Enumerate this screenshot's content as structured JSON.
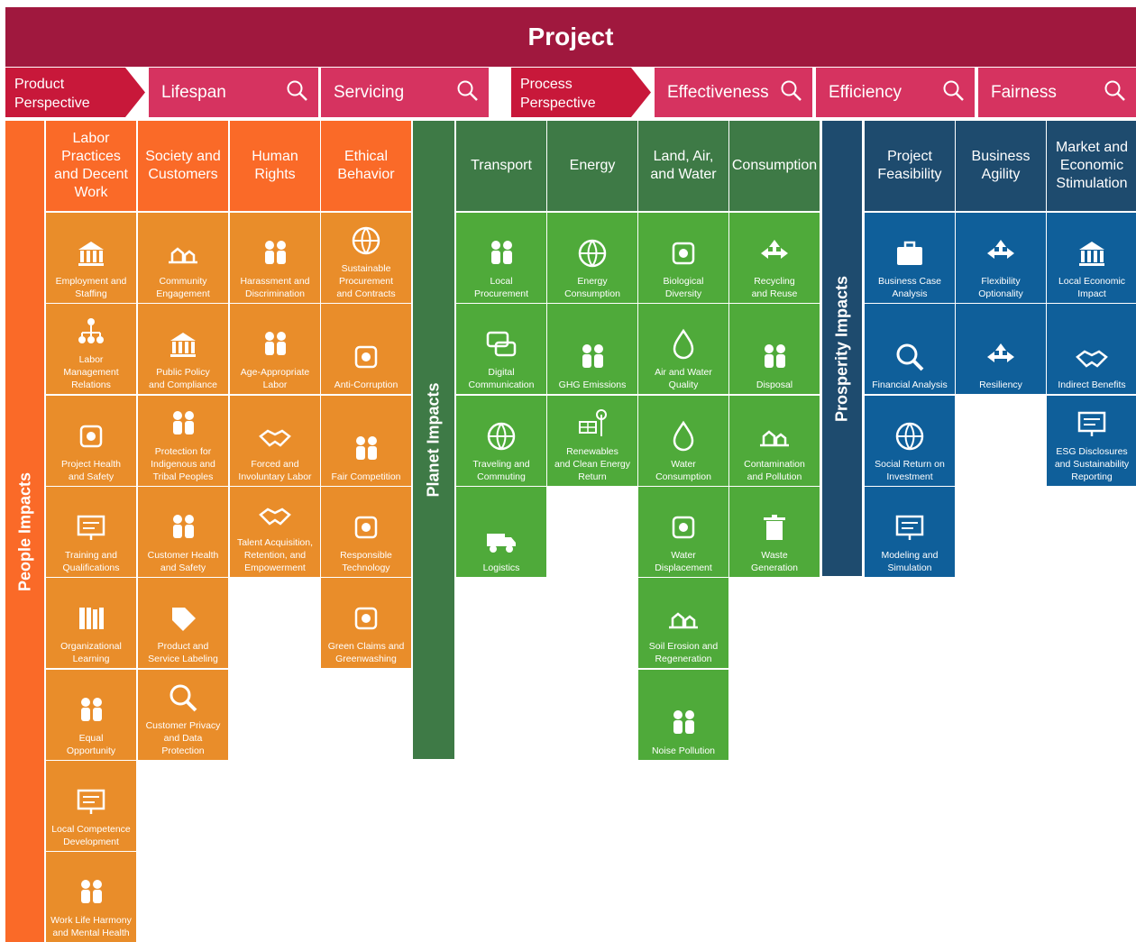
{
  "title": "Project",
  "headers": {
    "product_perspective": "Product\nPerspective",
    "lifespan": "Lifespan",
    "servicing": "Servicing",
    "process_perspective": "Process\nPerspective",
    "effectiveness": "Effectiveness",
    "efficiency": "Efficiency",
    "fairness": "Fairness",
    "magnifier_icon": "search-icon"
  },
  "impacts": {
    "people": "People Impacts",
    "planet": "Planet Impacts",
    "prosperity": "Prosperity Impacts"
  },
  "colors": {
    "project": "#a0183e",
    "header": "#d63360",
    "perspective": "#c8183a",
    "people_header": "#fa6a28",
    "people_cell": "#e98d2a",
    "planet_header": "#3e7a46",
    "planet_cell": "#4faa3a",
    "prosperity_header": "#1e4b6e",
    "prosperity_cell": "#0f5f9a"
  },
  "categories": [
    {
      "label": "Labor\nPractices\nand Decent\nWork",
      "items": [
        {
          "label": "Employment and\nStaffing",
          "icon": "org-building-icon"
        },
        {
          "label": "Labor\nManagement\nRelations",
          "icon": "org-chart-icon"
        },
        {
          "label": "Project Health\nand Safety",
          "icon": "bandage-icon"
        },
        {
          "label": "Training and\nQualifications",
          "icon": "certificate-icon"
        },
        {
          "label": "Organizational\nLearning",
          "icon": "books-icon"
        },
        {
          "label": "Equal\nOpportunity",
          "icon": "people-circle-icon"
        },
        {
          "label": "Local Competence\nDevelopment",
          "icon": "presentation-icon"
        },
        {
          "label": "Work Life Harmony\nand Mental Health",
          "icon": "juggler-icon"
        }
      ]
    },
    {
      "label": "Society and\nCustomers",
      "items": [
        {
          "label": "Community\nEngagement",
          "icon": "village-icon"
        },
        {
          "label": "Public Policy\nand Compliance",
          "icon": "government-building-icon"
        },
        {
          "label": "Protection for\nIndigenous and\nTribal Peoples",
          "icon": "indigenous-person-icon"
        },
        {
          "label": "Customer Health\nand Safety",
          "icon": "slip-fall-icon"
        },
        {
          "label": "Product and\nService Labeling",
          "icon": "tag-icon"
        },
        {
          "label": "Customer Privacy\nand Data\nProtection",
          "icon": "folder-search-icon"
        }
      ]
    },
    {
      "label": "Human\nRights",
      "items": [
        {
          "label": "Harassment and\nDiscrimination",
          "icon": "arguing-people-icon"
        },
        {
          "label": "Age-Appropriate\nLabor",
          "icon": "child-labor-icon"
        },
        {
          "label": "Forced and\nInvoluntary Labor",
          "icon": "chained-hands-icon"
        },
        {
          "label": "Talent Acquisition,\nRetention, and\nEmpowerment",
          "icon": "handshake-icon"
        }
      ]
    },
    {
      "label": "Ethical\nBehavior",
      "items": [
        {
          "label": "Sustainable\nProcurement\nand Contracts",
          "icon": "contract-globe-icon"
        },
        {
          "label": "Anti-Corruption",
          "icon": "bribe-icon"
        },
        {
          "label": "Fair Competition",
          "icon": "business-people-icon"
        },
        {
          "label": "Responsible\nTechnology",
          "icon": "chip-icon"
        },
        {
          "label": "Green Claims and\nGreenwashing",
          "icon": "paint-bucket-icon"
        }
      ]
    },
    {
      "label": "Transport",
      "items": [
        {
          "label": "Local\nProcurement",
          "icon": "delivery-worker-icon"
        },
        {
          "label": "Digital\nCommunication",
          "icon": "chat-bubbles-icon"
        },
        {
          "label": "Traveling and\nCommuting",
          "icon": "travel-globe-icon"
        },
        {
          "label": "Logistics",
          "icon": "delivery-truck-icon"
        }
      ]
    },
    {
      "label": "Energy",
      "items": [
        {
          "label": "Energy\nConsumption",
          "icon": "energy-globe-icon"
        },
        {
          "label": "GHG Emissions",
          "icon": "co2-cloud-icon"
        },
        {
          "label": "Renewables\nand Clean Energy\nReturn",
          "icon": "solar-wind-icon"
        }
      ]
    },
    {
      "label": "Land, Air,\nand Water",
      "items": [
        {
          "label": "Biological\nDiversity",
          "icon": "biodiversity-icon"
        },
        {
          "label": "Air and Water\nQuality",
          "icon": "water-air-icon"
        },
        {
          "label": "Water\nConsumption",
          "icon": "water-drop-icon"
        },
        {
          "label": "Water\nDisplacement",
          "icon": "excavator-icon"
        },
        {
          "label": "Soil Erosion and\nRegeneration",
          "icon": "erosion-icon"
        },
        {
          "label": "Noise Pollution",
          "icon": "loud-person-icon"
        }
      ]
    },
    {
      "label": "Consumption",
      "items": [
        {
          "label": "Recycling\nand Reuse",
          "icon": "recycle-icon"
        },
        {
          "label": "Disposal",
          "icon": "trash-person-icon"
        },
        {
          "label": "Contamination\nand Pollution",
          "icon": "polluted-land-icon"
        },
        {
          "label": "Waste\nGeneration",
          "icon": "waste-bin-icon"
        }
      ]
    },
    {
      "label": "Project\nFeasibility",
      "items": [
        {
          "label": "Business Case\nAnalysis",
          "icon": "briefcase-icon"
        },
        {
          "label": "Financial Analysis",
          "icon": "magnifier-chart-icon"
        },
        {
          "label": "Social Return on\nInvestment",
          "icon": "globe-person-icon"
        },
        {
          "label": "Modeling and\nSimulation",
          "icon": "cube-monitor-icon"
        }
      ]
    },
    {
      "label": "Business\nAgility",
      "items": [
        {
          "label": "Flexibility\nOptionality",
          "icon": "arrows-icon"
        },
        {
          "label": "Resiliency",
          "icon": "resilience-icon"
        }
      ]
    },
    {
      "label": "Market and\nEconomic\nStimulation",
      "items": [
        {
          "label": "Local Economic\nImpact",
          "icon": "city-icon"
        },
        {
          "label": "Indirect Benefits",
          "icon": "hand-award-icon"
        },
        {
          "label": "ESG Disclosures\nand Sustainability\nReporting",
          "icon": "report-icon"
        }
      ]
    }
  ]
}
